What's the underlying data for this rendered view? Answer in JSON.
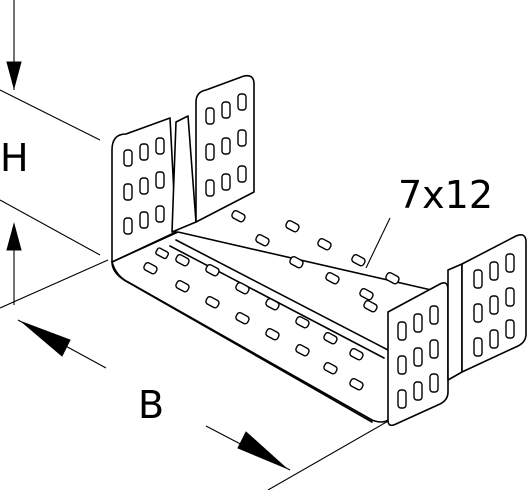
{
  "labels": {
    "height": "H",
    "width": "B",
    "hole_size": "7x12"
  }
}
